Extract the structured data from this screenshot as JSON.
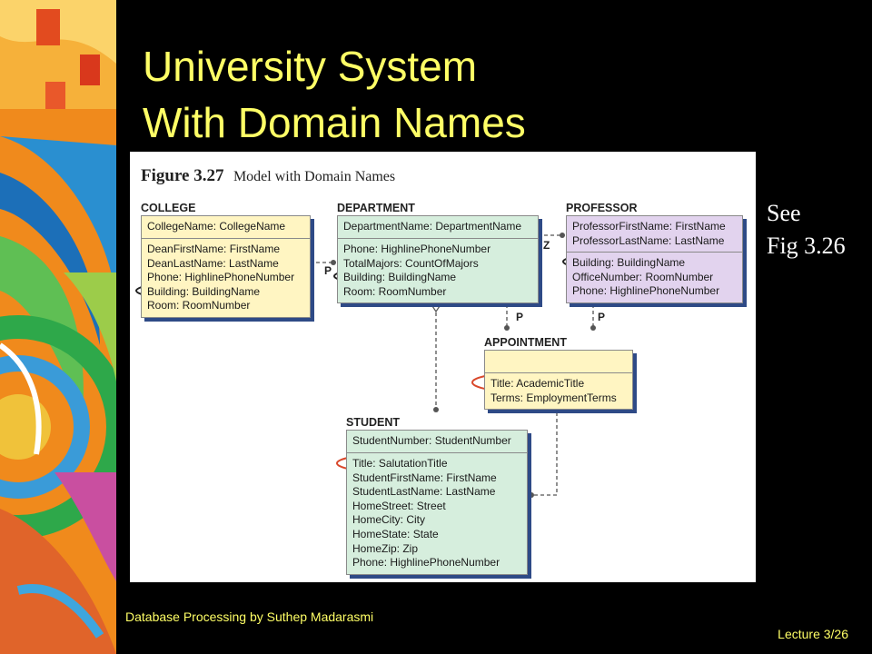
{
  "slide": {
    "title_line1": "University System",
    "title_line2": "With Domain Names",
    "side_note_line1": "See",
    "side_note_line2": "Fig 3.26",
    "footer": "Database Processing by Suthep Madarasmi",
    "lecture": "Lecture 3/26"
  },
  "figure": {
    "number": "Figure 3.27",
    "caption": "Model with Domain Names",
    "entities": {
      "college": {
        "name": "COLLEGE",
        "key": "CollegeName: CollegeName",
        "attributes": [
          "DeanFirstName: FirstName",
          "DeanLastName: LastName",
          "Phone: HighlinePhoneNumber",
          "Building: BuildingName",
          "Room: RoomNumber"
        ]
      },
      "department": {
        "name": "DEPARTMENT",
        "key": "DepartmentName: DepartmentName",
        "attributes": [
          "Phone: HighlinePhoneNumber",
          "TotalMajors: CountOfMajors",
          "Building: BuildingName",
          "Room: RoomNumber"
        ]
      },
      "professor": {
        "name": "PROFESSOR",
        "key_lines": [
          "ProfessorFirstName: FirstName",
          "ProfessorLastName: LastName"
        ],
        "attributes": [
          "Building: BuildingName",
          "OfficeNumber: RoomNumber",
          "Phone: HighlinePhoneNumber"
        ]
      },
      "appointment": {
        "name": "APPOINTMENT",
        "key": "",
        "attributes": [
          "Title: AcademicTitle",
          "Terms: EmploymentTerms"
        ]
      },
      "student": {
        "name": "STUDENT",
        "key": "StudentNumber: StudentNumber",
        "attributes": [
          "Title: SalutationTitle",
          "StudentFirstName: FirstName",
          "StudentLastName: LastName",
          "HomeStreet: Street",
          "HomeCity: City",
          "HomeState: State",
          "HomeZip: Zip",
          "Phone: HighlinePhoneNumber"
        ]
      }
    },
    "relationship_labels": {
      "college_department": "P",
      "department_professor": "Z",
      "department_appointment": "P",
      "professor_appointment": "P"
    },
    "colors": {
      "college": "#fff5c2",
      "department": "#d6eedd",
      "professor": "#e2d3ee",
      "appointment": "#fff5c2",
      "student": "#d6eedd",
      "highlight_black": "#222222",
      "highlight_red": "#d9482b",
      "title_yellow": "#ffff66"
    }
  }
}
